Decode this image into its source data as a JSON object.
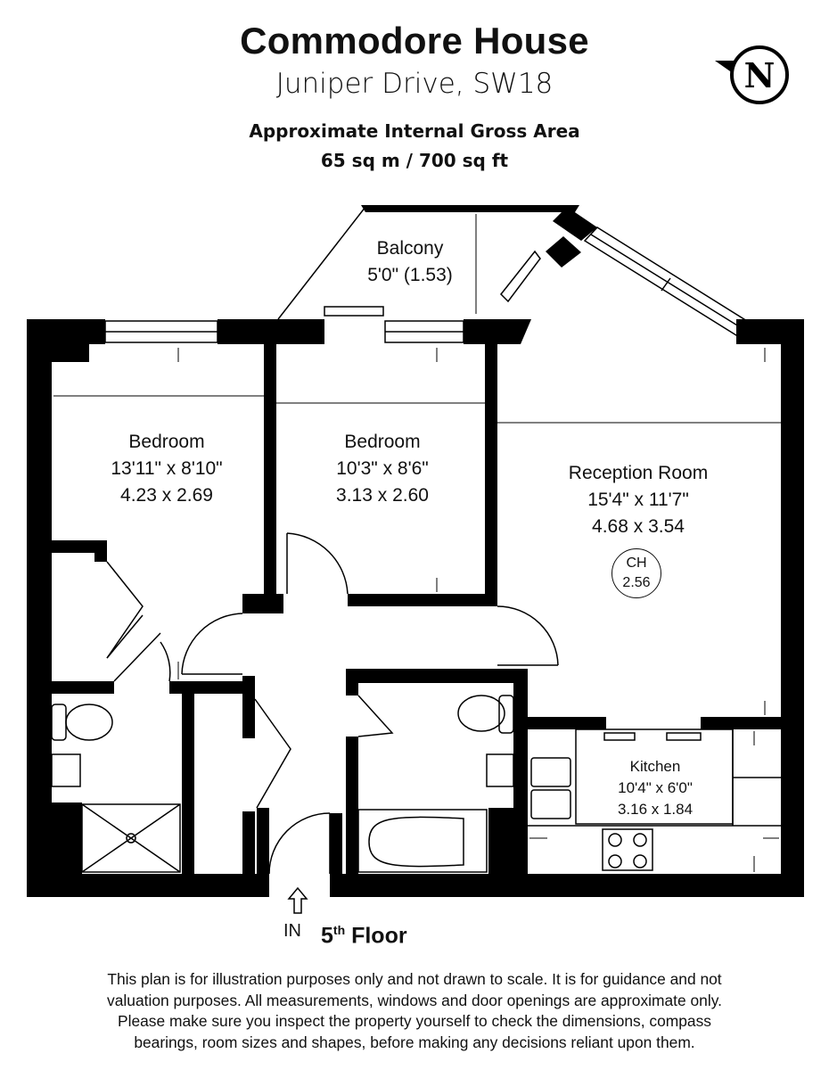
{
  "header": {
    "title": "Commodore House",
    "subtitle": "Juniper Drive, SW18",
    "area_line1": "Approximate Internal Gross Area",
    "area_line2": "65 sq m / 700 sq ft"
  },
  "compass": {
    "letter": "N"
  },
  "rooms": {
    "balcony": {
      "name": "Balcony",
      "size": "5'0\" (1.53)"
    },
    "bedroom1": {
      "name": "Bedroom",
      "imperial": "13'11\" x 8'10\"",
      "metric": "4.23 x 2.69"
    },
    "bedroom2": {
      "name": "Bedroom",
      "imperial": "10'3\" x 8'6\"",
      "metric": "3.13 x 2.60"
    },
    "reception": {
      "name": "Reception Room",
      "imperial": "15'4\" x 11'7\"",
      "metric": "4.68 x 3.54"
    },
    "kitchen": {
      "name": "Kitchen",
      "imperial": "10'4\" x 6'0\"",
      "metric": "3.16 x 1.84"
    }
  },
  "ch_marker": {
    "label": "CH",
    "value": "2.56"
  },
  "entrance_label": "IN",
  "floor": {
    "number": "5",
    "suffix": "th",
    "word": "Floor"
  },
  "disclaimer": [
    "This plan is for illustration purposes only and not drawn to scale. It is for guidance and not",
    "valuation purposes. All measurements, windows and door openings are approximate only.",
    "Please make sure you inspect the property yourself to check the dimensions, compass",
    "bearings, room sizes and shapes, before making any decisions reliant upon them."
  ],
  "colors": {
    "wall": "#000000",
    "background": "#ffffff",
    "ink": "#111111"
  }
}
